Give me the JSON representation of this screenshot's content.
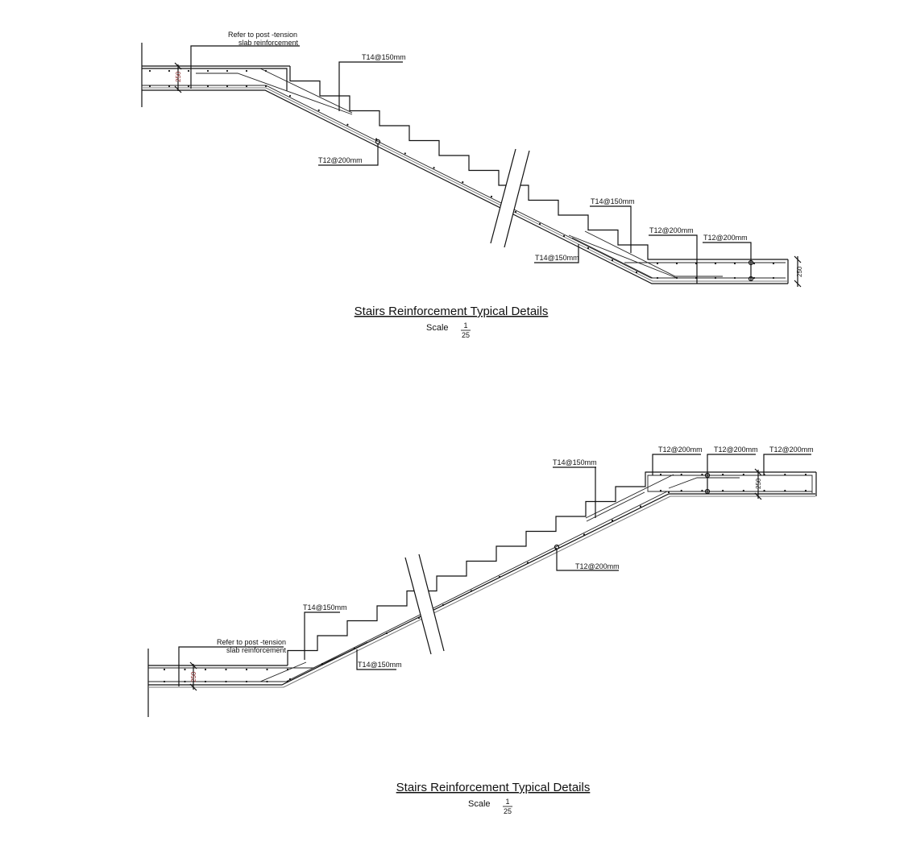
{
  "drawings": [
    {
      "title": "Stairs Reinforcement Typical Details",
      "scale_label": "Scale",
      "scale_numerator": "1",
      "scale_denominator": "25",
      "dimension": "250",
      "dimension_right": "250",
      "note_line1": "Refer to post -tension",
      "note_line2": "slab reinforcement",
      "labels": [
        "T14@150mm",
        "T12@200mm",
        "T14@150mm",
        "T12@200mm",
        "T12@200mm",
        "T14@150mm"
      ]
    },
    {
      "title": "Stairs Reinforcement Typical Details",
      "scale_label": "Scale",
      "scale_numerator": "1",
      "scale_denominator": "25",
      "dimension": "250",
      "dimension_right": "250",
      "note_line1": "Refer to post -tension",
      "note_line2": "slab reinforcement",
      "labels": [
        "T14@150mm",
        "T12@200mm",
        "T12@200mm",
        "T12@200mm",
        "T12@200mm",
        "T14@150mm",
        "T14@150mm"
      ]
    }
  ]
}
